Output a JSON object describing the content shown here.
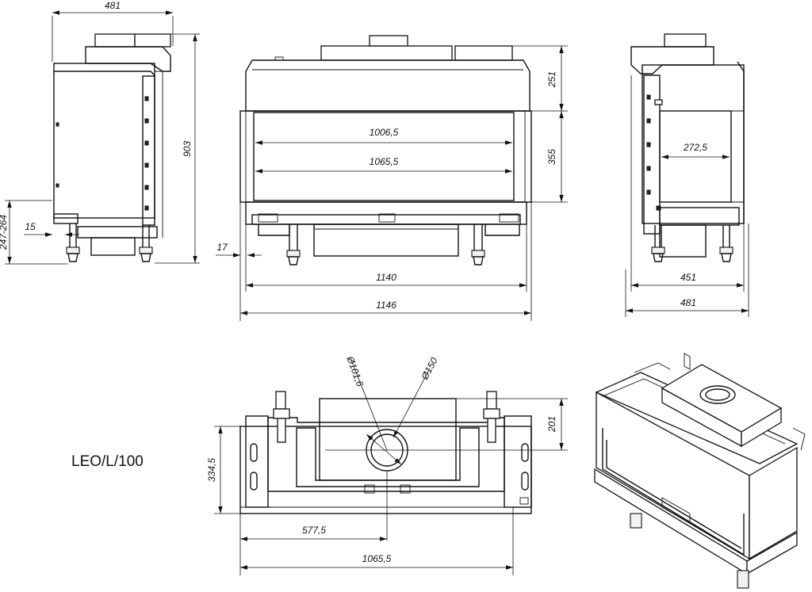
{
  "model_label": "LEO/L/100",
  "dimensions": {
    "left_width": "481",
    "left_height": "903",
    "left_foot_range": "247-264",
    "left_offset": "15",
    "front_top": "251",
    "front_glass_height": "355",
    "front_inner_width": "1006,5",
    "front_glass_width": "1065,5",
    "front_offset": "17",
    "front_width_1": "1140",
    "front_width_2": "1146",
    "right_depth": "272,5",
    "right_width_1": "451",
    "right_width_2": "481",
    "top_d1": "Ø101,6",
    "top_d2": "Ø150",
    "top_depth": "334,5",
    "top_flue": "201",
    "top_offset": "577,5",
    "top_width": "1065,5"
  }
}
